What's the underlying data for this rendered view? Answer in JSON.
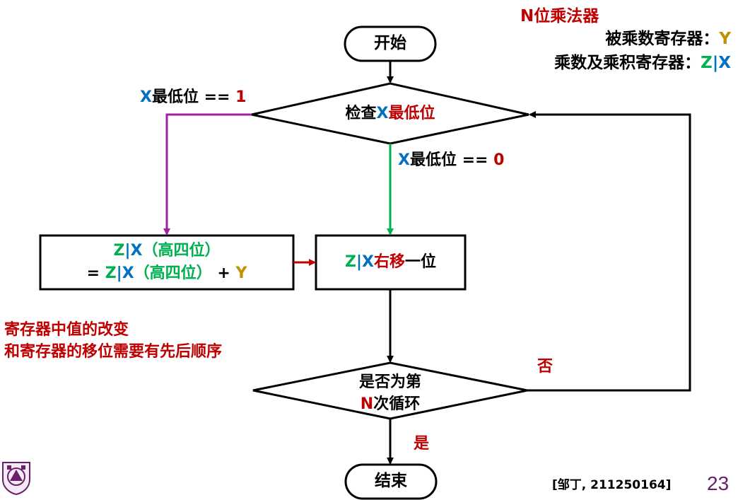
{
  "legend": {
    "title": "N位乘法器",
    "line1_label": "被乘数寄存器：",
    "line1_value": "Y",
    "line2_label": "乘数及乘积寄存器：",
    "line2_z": "Z",
    "line2_sep": "|",
    "line2_x": "X"
  },
  "nodes": {
    "start": "开始",
    "check_prefix": "检查",
    "check_x": "X",
    "check_suffix": "最低位",
    "add_line1_z": "Z",
    "add_line1_sep": "|",
    "add_line1_x": "X",
    "add_line1_rest": "（高四位）",
    "add_line2_eq": "= ",
    "add_line2_z": "Z",
    "add_line2_sep": "|",
    "add_line2_x": "X",
    "add_line2_rest": "（高四位）",
    "add_line2_plus": " + ",
    "add_line2_y": "Y",
    "shift_z": "Z",
    "shift_sep": "|",
    "shift_x": "X",
    "shift_mid": "右移",
    "shift_end": "一位",
    "loop_line1": "是否为第",
    "loop_line2_n": "N",
    "loop_line2_rest": "次循环",
    "end": "结束"
  },
  "edges": {
    "one_x": "X",
    "one_text": "最低位 == ",
    "one_val": "1",
    "zero_x": "X",
    "zero_text": "最低位 == ",
    "zero_val": "0",
    "no": "否",
    "yes": "是"
  },
  "note": {
    "line1": "寄存器中值的改变",
    "line2": "和寄存器的移位需要有先后顺序"
  },
  "footer": {
    "author": "[邹丁, 211250164]",
    "page": "23"
  },
  "colors": {
    "red": "#c00000",
    "blue": "#0070c0",
    "green": "#00b050",
    "gold": "#bf9000",
    "purple": "#a020a0"
  }
}
